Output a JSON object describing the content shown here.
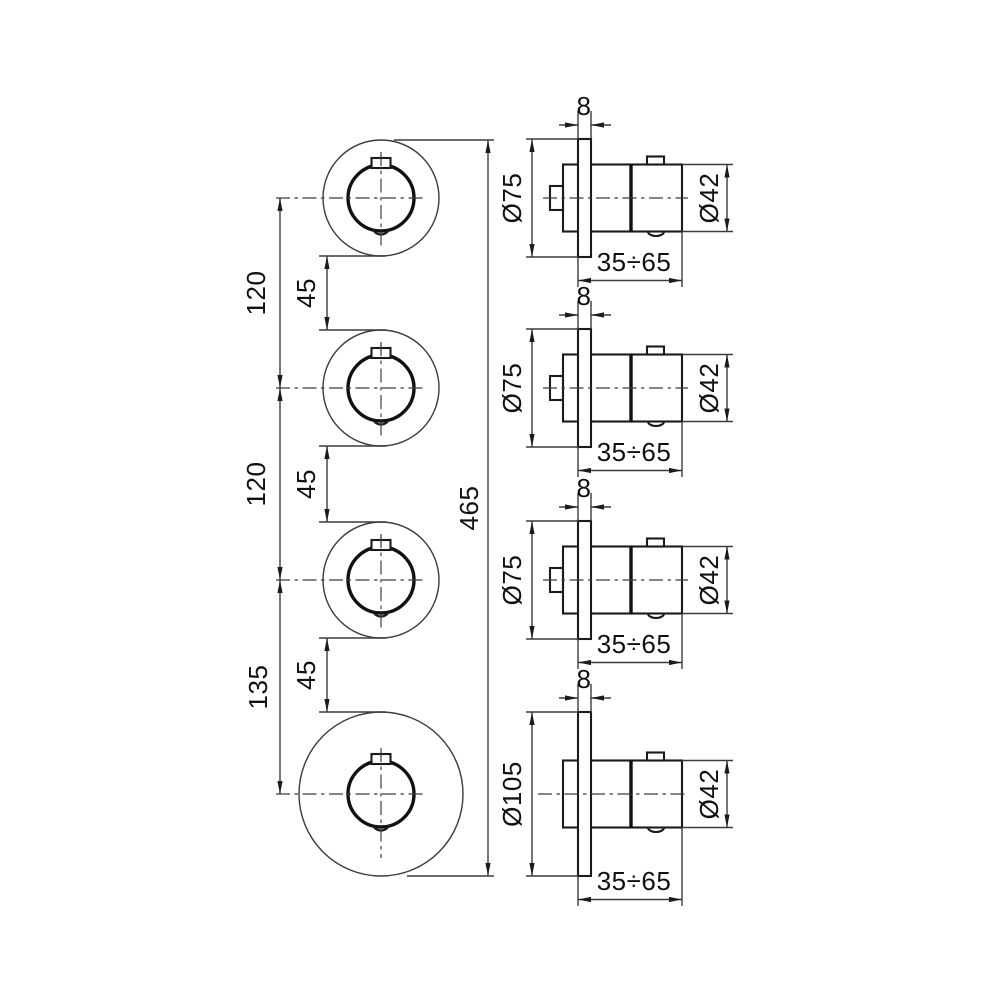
{
  "front_view": {
    "pitch_dims": [
      "120",
      "120",
      "135"
    ],
    "gap_dims": [
      "45",
      "45",
      "45"
    ],
    "overall_dim": "465"
  },
  "side_views": [
    {
      "plate_thickness": "8",
      "plate_diameter": "Ø75",
      "handle_diameter": "Ø42",
      "depth_range": "35÷65"
    },
    {
      "plate_thickness": "8",
      "plate_diameter": "Ø75",
      "handle_diameter": "Ø42",
      "depth_range": "35÷65"
    },
    {
      "plate_thickness": "8",
      "plate_diameter": "Ø75",
      "handle_diameter": "Ø42",
      "depth_range": "35÷65"
    },
    {
      "plate_thickness": "8",
      "plate_diameter": "Ø105",
      "handle_diameter": "Ø42",
      "depth_range": "35÷65"
    }
  ]
}
